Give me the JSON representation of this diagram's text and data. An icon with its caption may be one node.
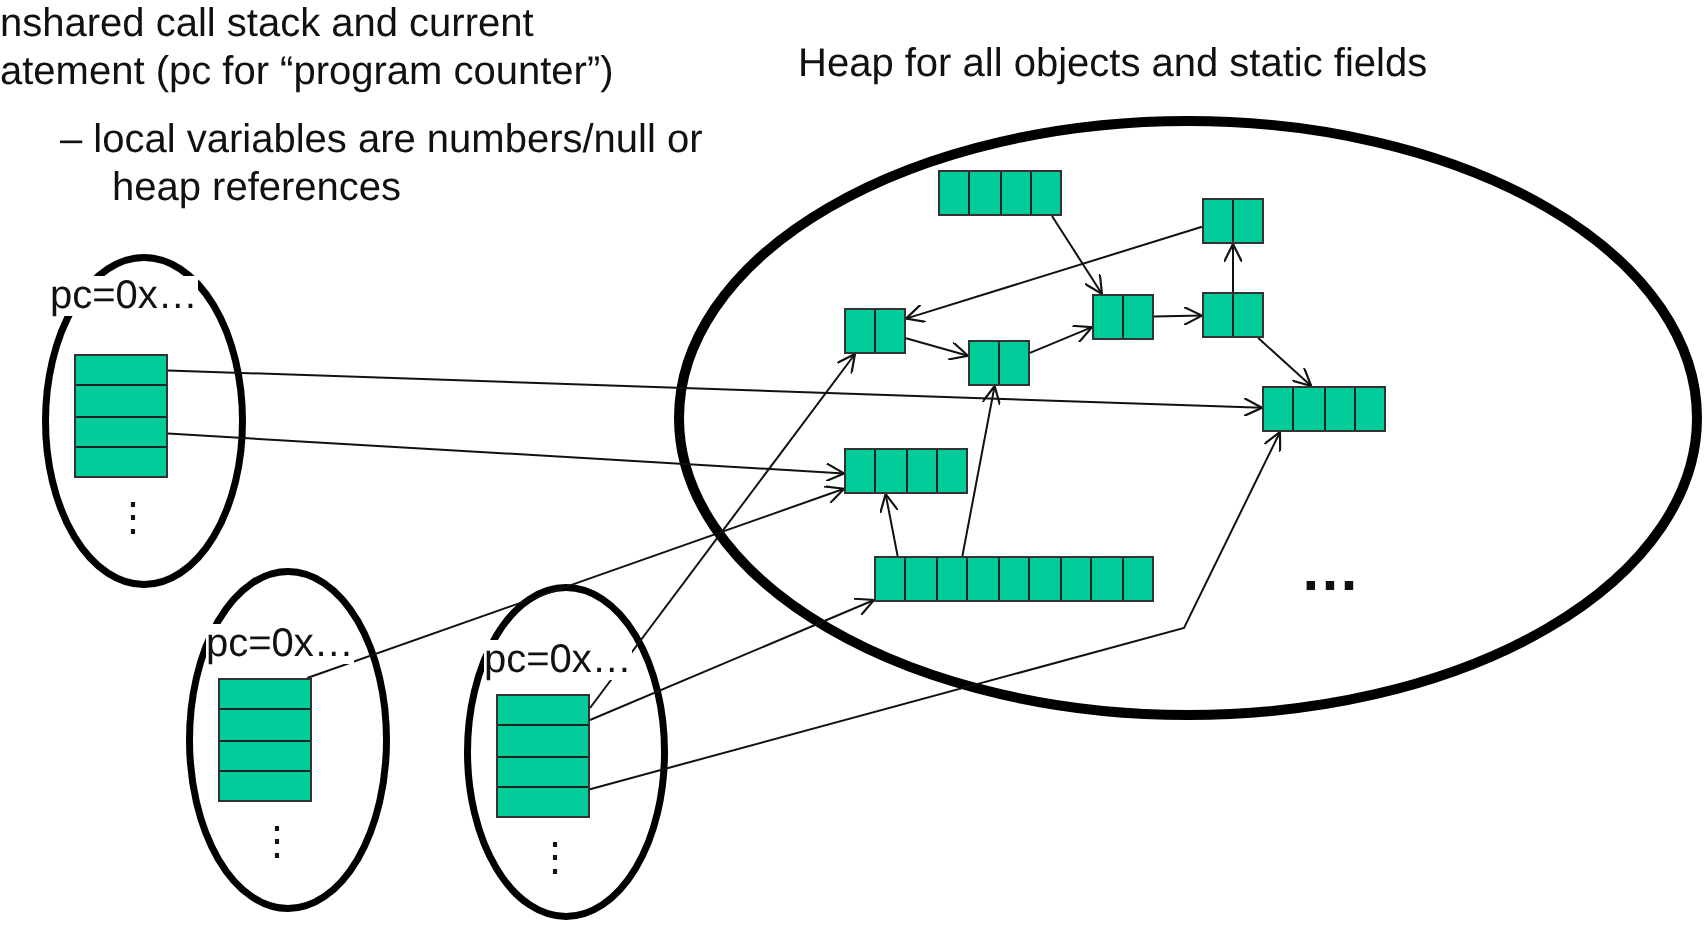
{
  "diagram": {
    "nodes": [
      {
        "text": [
          "pc=0x…"
        ]
      },
      {
        "text": [],
        "shape": "box",
        "in": 0,
        "beside": [
          "⋮"
        ]
      },
      {
        "text": [
          "pc=0x…"
        ]
      },
      {
        "text": [],
        "shape": "box",
        "in": 2,
        "beside": [
          "⋮"
        ]
      },
      {
        "text": [
          "pc=0x…"
        ]
      },
      {
        "text": [],
        "shape": "box",
        "in": 4,
        "beside": [
          "⋮"
        ]
      },
      {
        "text": [
          "Heap for all objects and static fields"
        ]
      },
      {
        "text": [],
        "shape": "box",
        "in": 6
      },
      {
        "text": [],
        "shape": "box",
        "in": 6
      },
      {
        "text": [],
        "shape": "box",
        "in": 6
      },
      {
        "text": [],
        "shape": "box",
        "in": 6
      },
      {
        "text": [],
        "shape": "box",
        "in": 6
      },
      {
        "text": [],
        "shape": "box",
        "in": 6
      },
      {
        "text": [],
        "shape": "box",
        "in": 6
      },
      {
        "text": [],
        "shape": "box",
        "in": 6
      },
      {
        "text": [],
        "shape": "box",
        "in": 6
      }
    ],
    "edges": [
      {
        "from": 7,
        "to": 10,
        "arrow": "to"
      },
      {
        "from": 8,
        "to": 9,
        "arrow": "to"
      },
      {
        "from": 9,
        "to": 12,
        "arrow": "to"
      },
      {
        "from": 12,
        "to": 10,
        "arrow": "to"
      },
      {
        "from": 10,
        "to": 11,
        "arrow": "to"
      },
      {
        "from": 11,
        "to": 8,
        "arrow": "to"
      },
      {
        "from": 11,
        "to": 13,
        "arrow": "to"
      },
      {
        "from": 15,
        "to": 14,
        "arrow": "to"
      },
      {
        "from": 15,
        "to": 12,
        "arrow": "to"
      },
      {
        "from": 1,
        "to": 13,
        "arrow": "to"
      },
      {
        "from": 1,
        "to": 14,
        "arrow": "to"
      },
      {
        "from": 3,
        "to": 14,
        "arrow": "to"
      },
      {
        "from": 5,
        "to": 9,
        "arrow": "to"
      },
      {
        "from": 5,
        "to": 15,
        "arrow": "to"
      },
      {
        "from": 5,
        "to": 13,
        "arrow": "to"
      }
    ],
    "labels": [
      "nshared call stack and current atement (pc for “program counter”)",
      "– local variables are numbers/null or heap references",
      "…"
    ]
  }
}
